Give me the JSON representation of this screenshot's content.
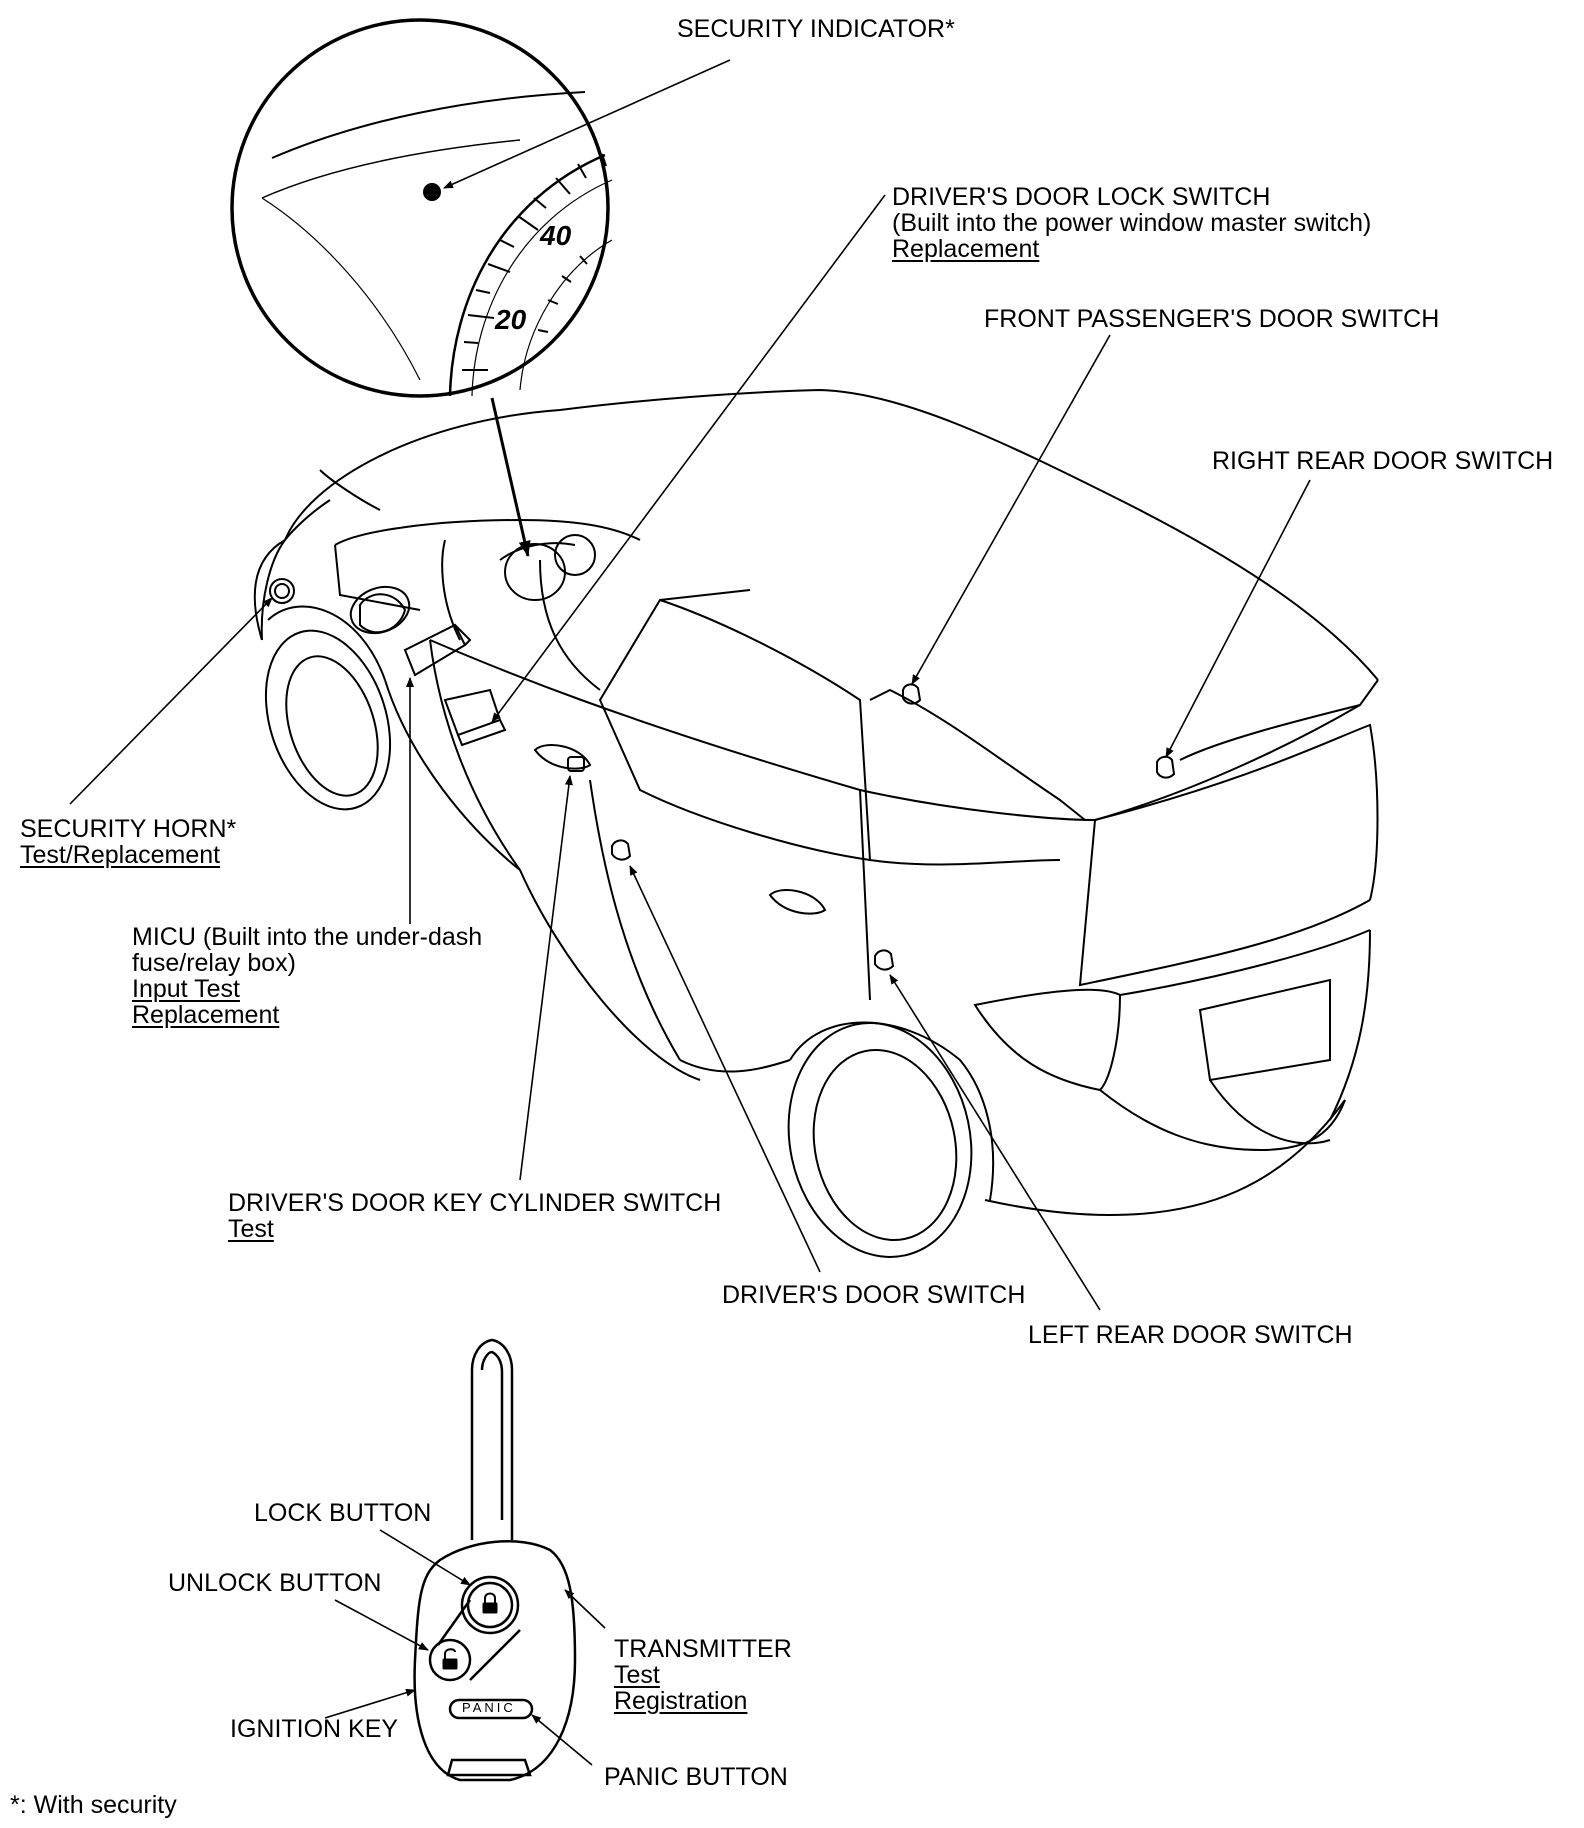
{
  "labels": {
    "security_indicator": "SECURITY INDICATOR*",
    "drivers_door_lock_switch": "DRIVER'S DOOR LOCK SWITCH",
    "drivers_door_lock_switch_note": "(Built into the power window master switch)",
    "front_passengers_door_switch": "FRONT PASSENGER'S DOOR SWITCH",
    "right_rear_door_switch": "RIGHT REAR DOOR SWITCH",
    "security_horn": "SECURITY HORN*",
    "micu": "MICU (Built into the under-dash",
    "micu_line2": "fuse/relay box)",
    "drivers_door_key_cylinder_switch": "DRIVER'S DOOR KEY CYLINDER SWITCH",
    "drivers_door_switch": "DRIVER'S DOOR SWITCH",
    "left_rear_door_switch": "LEFT REAR DOOR SWITCH",
    "lock_button": "LOCK BUTTON",
    "unlock_button": "UNLOCK BUTTON",
    "transmitter": "TRANSMITTER",
    "ignition_key": "IGNITION KEY",
    "panic_button": "PANIC BUTTON",
    "footnote": "*: With security"
  },
  "links": {
    "drivers_door_lock_switch_replacement": "Replacement",
    "security_horn_test_replacement": "Test/Replacement",
    "micu_input_test": "Input Test",
    "micu_replacement": "Replacement",
    "key_cylinder_test": "Test",
    "transmitter_test": "Test",
    "transmitter_registration": "Registration"
  },
  "gauge": {
    "mark_40": "40",
    "mark_20": "20"
  },
  "fob": {
    "panic_text": "PANIC"
  }
}
